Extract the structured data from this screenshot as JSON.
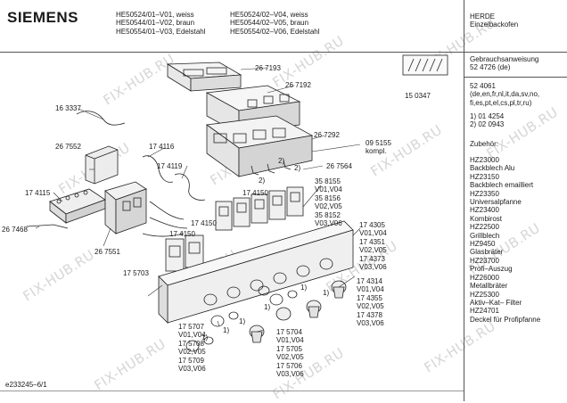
{
  "header": {
    "brand": "SIEMENS",
    "models_left": [
      "HE50524/01–V01, weiss",
      "HE50544/01–V02, braun",
      "HE50554/01–V03, Edelstahl"
    ],
    "models_right": [
      "HE50524/02–V04, weiss",
      "HE50544/02–V05, braun",
      "HE50554/02–V06, Edelstahl"
    ],
    "category": [
      "HERDE",
      "Einzelbackofen"
    ]
  },
  "sidebar": {
    "manual": [
      "Gebrauchsanweisung",
      "52 4726 (de)"
    ],
    "manual2": [
      "52 4061",
      "(de,en,fr,nl,it,da,sv,no,",
      "fi,es,pt,el,cs,pl,tr,ru)"
    ],
    "notes": [
      "1) 01 4254",
      "2) 02 0943"
    ],
    "accessories_title": "Zubehör:",
    "accessories": [
      "HZ23000",
      "Backblech Alu",
      "HZ23150",
      "Backblech emailliert",
      "HZ23350",
      "Universalpfanne",
      "HZ23400",
      "Kombirost",
      "HZ22500",
      "Grillblech",
      "HZ9450",
      "Glasbräter",
      "HZ23700",
      "Profi–Auszug",
      "HZ26000",
      "Metallbräter",
      "HZ25300",
      "Aktiv–Kat– Filter",
      "HZ24701",
      "Deckel für Profipfanne"
    ]
  },
  "parts": {
    "p267193": "26 7193",
    "p267192": "26 7192",
    "p150347": "15 0347",
    "p163337": "16 3337",
    "p267552": "26 7552",
    "p174116": "17 4116",
    "p174119": "17 4119",
    "p267292": "26 7292",
    "p095155": [
      "09 5155",
      "kompl."
    ],
    "p267564": "26 7564",
    "p174115": "17 4115",
    "p174150a": "17 4150",
    "p174150b": "17 4150",
    "p174150c": "17 4150",
    "p267468": "26 7468",
    "p267551": "26 7551",
    "p175703": "17 5703",
    "g358155": [
      "35 8155",
      "V01,V04",
      "35 8156",
      "V02,V05",
      "35 8152",
      "V03,V06"
    ],
    "g174305": [
      "17 4305",
      "V01,V04",
      "17 4351",
      "V02,V05",
      "17 4373",
      "V03,V06"
    ],
    "g174314": [
      "17 4314",
      "V01,V04",
      "17 4355",
      "V02,V05",
      "17 4378",
      "V03,V06"
    ],
    "g175707": [
      "17 5707",
      "V01,V04",
      "17 5708",
      "V02,V05",
      "17 5709",
      "V03,V06"
    ],
    "g175704": [
      "17 5704",
      "V01,V04",
      "17 5705",
      "V02,V05",
      "17 5706",
      "V03,V06"
    ],
    "fn1a": "1)",
    "fn1b": "1)",
    "fn1c": "1)",
    "fn1d": "1)",
    "fn1e": "1)",
    "fn1f": "1)",
    "fn2a": "2)",
    "fn2b": "2)",
    "fn2c": "2)"
  },
  "footer": {
    "code": "e233245–6/1"
  },
  "watermark": "FIX-HUB.RU"
}
